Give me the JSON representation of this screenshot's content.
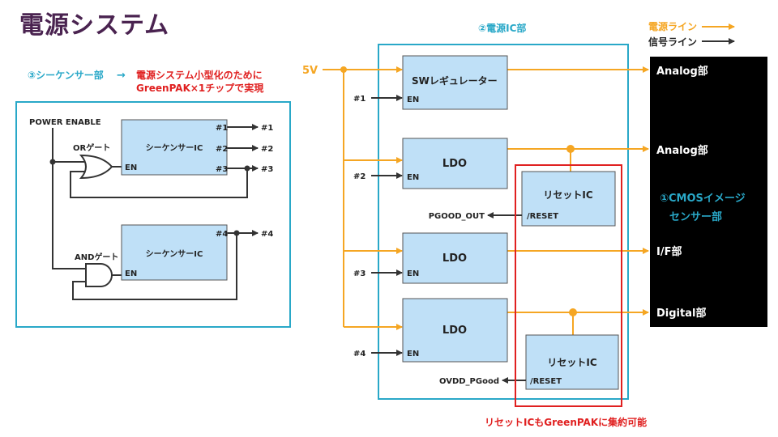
{
  "title": "電源システム",
  "colors": {
    "power_line": "#f5a623",
    "signal_line": "#333333",
    "teal": "#29a8c8",
    "red": "#e02020",
    "block_fill": "#bfe0f7",
    "black_block": "#000000"
  },
  "legend": {
    "power_line": "電源ライン",
    "signal_line": "信号ライン"
  },
  "sequencer": {
    "heading": "③シーケンサー部",
    "arrow": "→",
    "note_line1": "電源システム小型化のために",
    "note_line2": "GreenPAK×1チップで実現",
    "power_enable": "POWER ENABLE",
    "or_gate": "ORゲート",
    "and_gate": "ANDゲート",
    "seq1_label": "シーケンサーIC",
    "seq2_label": "シーケンサーIC",
    "en": "EN",
    "pins": [
      "#1",
      "#2",
      "#3",
      "#4"
    ],
    "outputs": [
      "#1",
      "#2",
      "#3",
      "#4"
    ]
  },
  "power_ic": {
    "heading": "②電源IC部",
    "input": "5V",
    "sw_regulator": "SWレギュレーター",
    "ldo": "LDO",
    "reset_ic": "リセットIC",
    "reset_pin": "/RESET",
    "en": "EN",
    "en_inputs": [
      "#1",
      "#2",
      "#3",
      "#4"
    ],
    "pgood_out": "PGOOD_OUT",
    "ovdd_pgood": "OVDD_PGood",
    "greenpak_note": "リセットICもGreenPAKに集約可能"
  },
  "cmos": {
    "outputs": [
      "Analog部",
      "Analog部",
      "I/F部",
      "Digital部"
    ],
    "label_line1": "①CMOSイメージ",
    "label_line2": "センサー部"
  }
}
